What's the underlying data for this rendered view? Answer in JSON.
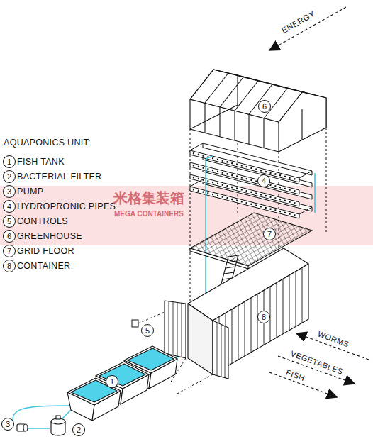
{
  "diagram": {
    "title": "AQUAPONICS UNIT:",
    "labels": [
      "1",
      "2",
      "3",
      "4",
      "5",
      "6",
      "7",
      "8",
      "6",
      "4",
      "7",
      "8",
      "5",
      "1",
      "2",
      "3",
      "ENERGY",
      "WORMS",
      "VEGETABLES",
      "FISH",
      "米格集装箱",
      "MEGA CONTAINERS"
    ],
    "legend": [
      {
        "text": "FISH TANK"
      },
      {
        "text": "BACTERIAL FILTER"
      },
      {
        "text": "PUMP"
      },
      {
        "text": "HYDROPRONIC PIPES"
      },
      {
        "text": "CONTROLS"
      },
      {
        "text": "GREENHOUSE"
      },
      {
        "text": "GRID FLOOR"
      },
      {
        "text": "CONTAINER"
      }
    ]
  }
}
